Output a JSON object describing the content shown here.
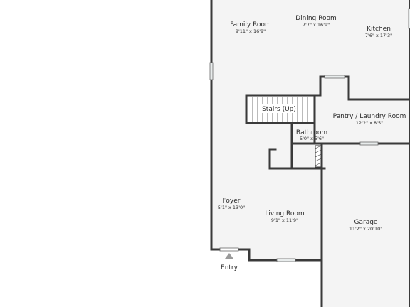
{
  "rooms": {
    "family_room": {
      "name": "Family Room",
      "dims": "9'11\" x 16'9\""
    },
    "dining_room": {
      "name": "Dining Room",
      "dims": "7'7\" x 16'9\""
    },
    "kitchen": {
      "name": "Kitchen",
      "dims": "7'6\" x 17'3\""
    },
    "stairs": {
      "name": "Stairs (Up)"
    },
    "pantry_laundry": {
      "name": "Pantry / Laundry Room",
      "dims": "12'2\" x 8'5\""
    },
    "bathroom": {
      "name": "Bathroom",
      "dims": "5'0\" x 5'6\""
    },
    "foyer": {
      "name": "Foyer",
      "dims": "5'1\" x 13'0\""
    },
    "living_room": {
      "name": "Living Room",
      "dims": "9'1\" x 11'9\""
    },
    "garage": {
      "name": "Garage",
      "dims": "11'2\" x 20'10\""
    }
  },
  "entry": {
    "label": "Entry"
  },
  "colors": {
    "floor": "#f4f4f4",
    "wall": "#3a3a3a",
    "window": "#e8ecec"
  }
}
